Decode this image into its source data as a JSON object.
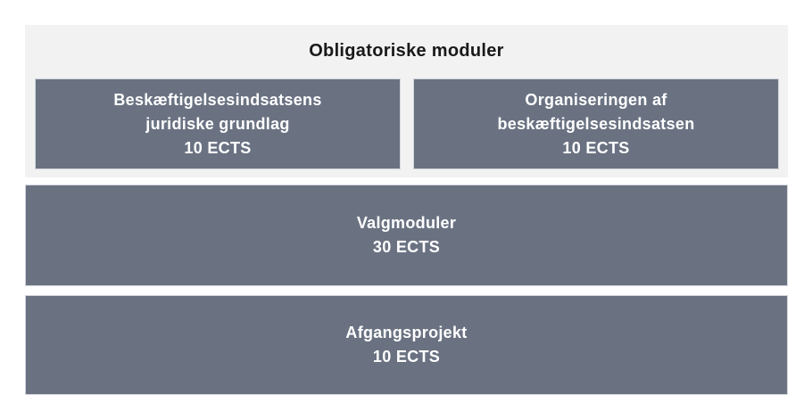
{
  "colors": {
    "page_background": "#ffffff",
    "panel_background": "#f2f2f3",
    "module_box_background": "#6a7282",
    "module_box_border": "#d2d5dc",
    "title_text": "#191919",
    "module_text": "#ffffff"
  },
  "diagram": {
    "title": "Obligatoriske moduler",
    "mandatory_modules": [
      {
        "lines": [
          "Beskæftigelsesindsatsens",
          "juridiske grundlag"
        ],
        "ects": "10 ECTS"
      },
      {
        "lines": [
          "Organiseringen af",
          "beskæftigelsesindsatsen"
        ],
        "ects": "10 ECTS"
      }
    ],
    "elective_module": {
      "name": "Valgmoduler",
      "ects": "30 ECTS"
    },
    "final_project_module": {
      "name": "Afgangsprojekt",
      "ects": "10 ECTS"
    }
  }
}
